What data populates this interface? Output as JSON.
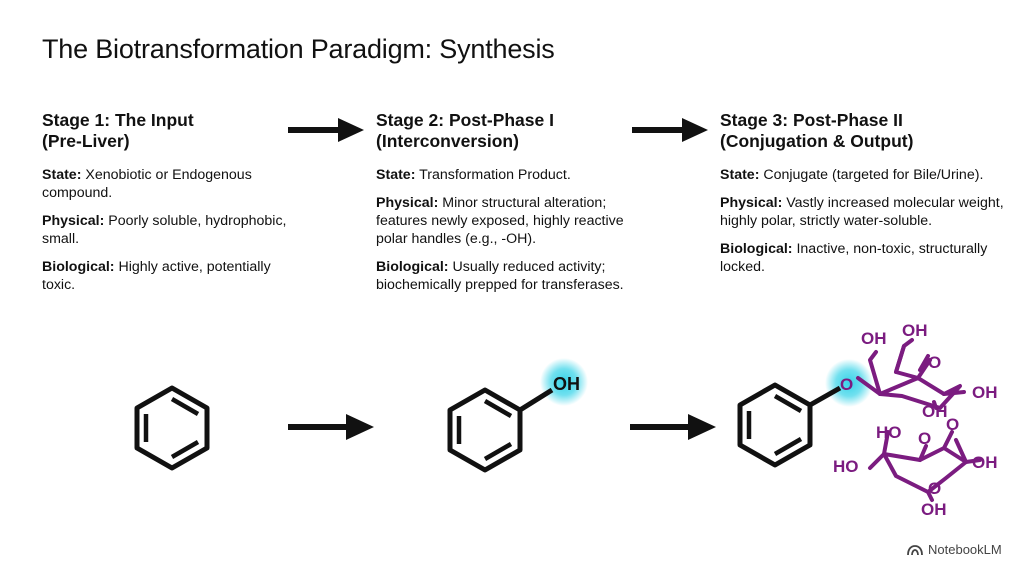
{
  "title": "The Biotransformation Paradigm: Synthesis",
  "stages": [
    {
      "heading_line1": "Stage 1: The Input",
      "heading_line2": "(Pre-Liver)",
      "state_label": "State:",
      "state_text": " Xenobiotic or Endogenous compound.",
      "physical_label": "Physical:",
      "physical_text": " Poorly soluble, hydrophobic, small.",
      "biological_label": "Biological:",
      "biological_text": " Highly active, potentially toxic."
    },
    {
      "heading_line1": "Stage 2: Post-Phase I",
      "heading_line2": "(Interconversion)",
      "state_label": "State:",
      "state_text": " Transformation Product.",
      "physical_label": "Physical:",
      "physical_text": " Minor structural alteration; features newly exposed, highly reactive polar handles (e.g., -OH).",
      "biological_label": "Biological:",
      "biological_text": " Usually reduced activity; biochemically prepped for transferases."
    },
    {
      "heading_line1": "Stage 3: Post-Phase II",
      "heading_line2": "(Conjugation & Output)",
      "state_label": "State:",
      "state_text": " Conjugate (targeted for Bile/Urine).",
      "physical_label": "Physical:",
      "physical_text": " Vastly increased molecular weight, highly polar, strictly water-soluble.",
      "biological_label": "Biological:",
      "biological_text": " Inactive, non-toxic, structurally locked."
    }
  ],
  "molecule_labels": {
    "phenol_oh": "OH",
    "ether_o": "O",
    "sugar1_oh_top_left": "OH",
    "sugar1_oh_top_right": "OH",
    "sugar1_ring_o": "O",
    "sugar1_oh_right": "OH",
    "sugar1_oh_bottom": "OH",
    "sugar2_ho_top": "HO",
    "sugar2_o_top_mid": "O",
    "sugar2_o_top_right": "O",
    "sugar2_ho_left": "HO",
    "sugar2_oh_right": "OH",
    "sugar2_ring_o": "O",
    "sugar2_oh_bottom": "OH"
  },
  "colors": {
    "ink": "#111111",
    "conjugate": "#7b1c80",
    "highlight": "#35d3e8"
  },
  "brand": "NotebookLM"
}
